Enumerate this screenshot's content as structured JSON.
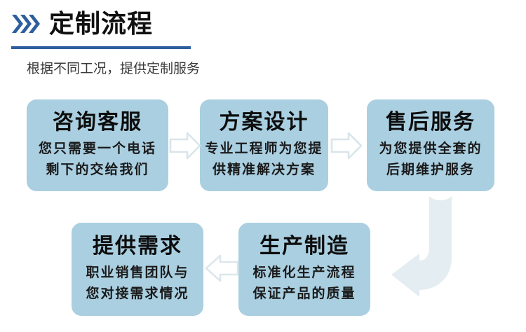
{
  "header": {
    "title": "定制流程",
    "subtitle": "根据不同工况，提供定制服务",
    "chevron_icon": "triple-chevron-right-icon",
    "accent_color": "#2E5E9E",
    "underline_color": "#2E5E9E"
  },
  "theme": {
    "card_bg": "#AACFE1",
    "card_title_color": "#0D0D0D",
    "card_text_color": "#1A1A1A",
    "arrow_fill": "#FFFFFF",
    "arrow_stroke": "#D6E3E8",
    "uturn_fill": "#E4EDF0",
    "page_bg": "#FFFFFF"
  },
  "flow": {
    "steps": [
      {
        "id": "step-1",
        "title": "咨询客服",
        "lines": [
          "您只需要一个电话",
          "剩下的交给我们"
        ]
      },
      {
        "id": "step-2",
        "title": "方案设计",
        "lines": [
          "专业工程师为您提",
          "供精准解决方案"
        ]
      },
      {
        "id": "step-3",
        "title": "售后服务",
        "lines": [
          "为您提供全套的",
          "后期维护服务"
        ]
      },
      {
        "id": "step-4",
        "title": "提供需求",
        "lines": [
          "职业销售团队与",
          "您对接需求情况"
        ]
      },
      {
        "id": "step-5",
        "title": "生产制造",
        "lines": [
          "标准化生产流程",
          "保证产品的质量"
        ]
      }
    ],
    "connectors": [
      {
        "id": "connector-1",
        "from": "step-1",
        "to": "step-2",
        "direction": "right",
        "shape": "block-arrow"
      },
      {
        "id": "connector-2",
        "from": "step-2",
        "to": "step-3",
        "direction": "right",
        "shape": "block-arrow"
      },
      {
        "id": "connector-3",
        "from": "step-5",
        "to": "step-4",
        "direction": "left",
        "shape": "block-arrow"
      },
      {
        "id": "connector-4",
        "from": "step-3",
        "to": "step-5",
        "direction": "down-then-left",
        "shape": "u-turn-arrow"
      }
    ]
  }
}
